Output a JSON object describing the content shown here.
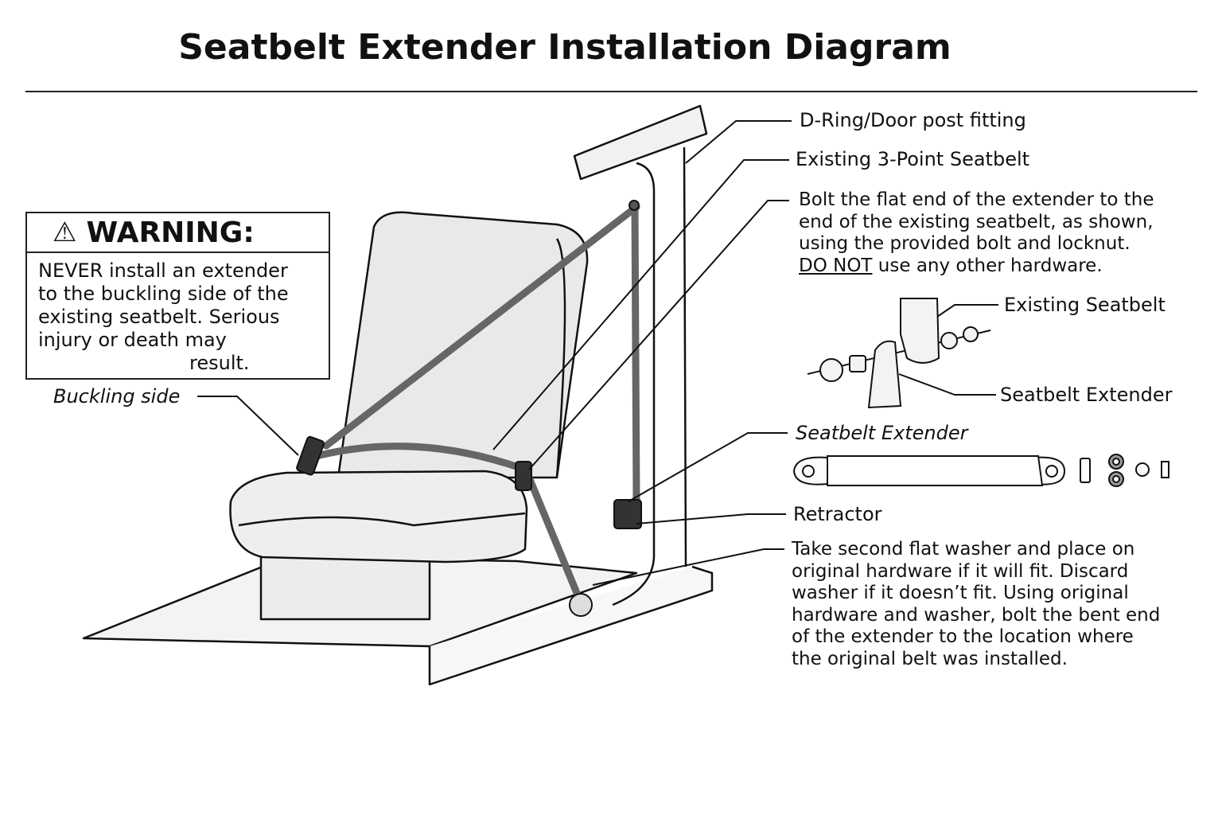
{
  "title": "Seatbelt Extender Installation Diagram",
  "warning": {
    "heading": "WARNING:",
    "lines": [
      "NEVER install an extender",
      "to the buckling side of the",
      "existing seatbelt. Serious",
      "injury or death may",
      "result."
    ]
  },
  "labels": {
    "buckling_side": "Buckling side",
    "d_ring": "D-Ring/Door post fitting",
    "existing_3pt": "Existing 3-Point Seatbelt",
    "bolt_lines": [
      "Bolt the flat end of the extender to the",
      "end of the existing seatbelt, as shown,",
      "using the provided bolt and locknut."
    ],
    "bolt_do_not": "DO NOT",
    "bolt_last": " use any other hardware.",
    "existing_seatbelt": "Existing Seatbelt",
    "seatbelt_extender_detail": "Seatbelt Extender",
    "seatbelt_extender_title": "Seatbelt Extender",
    "retractor": "Retractor",
    "washer_lines": [
      "Take second flat washer and place on",
      "original hardware if it will fit. Discard",
      "washer if it doesn’t fit.  Using original",
      "hardware and washer, bolt the bent end",
      "of the extender to the location where",
      "the original belt was installed."
    ]
  },
  "colors": {
    "ink": "#111111",
    "seat_fill": "#eeeeee",
    "belt": "#777777"
  }
}
